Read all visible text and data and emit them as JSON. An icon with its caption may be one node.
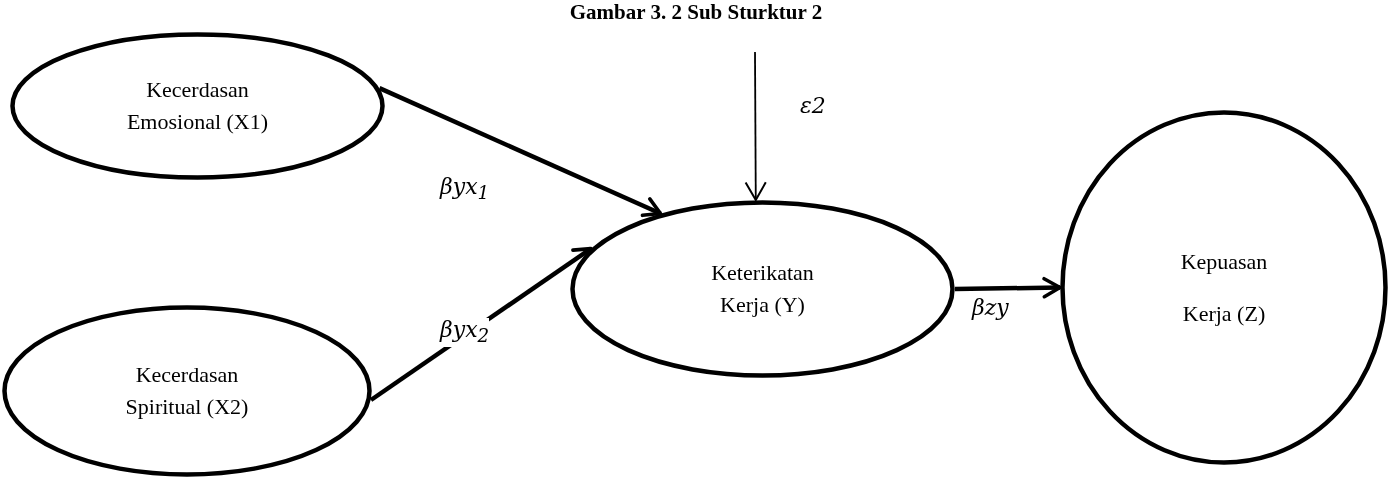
{
  "diagram": {
    "title": "Gambar 3. 2 Sub Sturktur 2",
    "nodes": [
      {
        "text": [
          "Kecerdasan Emosional (X1)"
        ]
      },
      {
        "text": [
          "Kecerdasan Spiritual (X2)"
        ]
      },
      {
        "text": [
          "Keterikatan Kerja (Y)"
        ]
      },
      {
        "text": [
          "Kepuasan Kerja (Z)"
        ]
      }
    ],
    "edges": [
      {
        "from": 0,
        "to": 2,
        "arrow": "to",
        "label": "βyx$_{1}$"
      },
      {
        "from": 1,
        "to": 2,
        "arrow": "to",
        "label": "βyx$_{2}$"
      },
      {
        "from": null,
        "to": 2,
        "arrow": "to",
        "label": "ε2"
      },
      {
        "from": 2,
        "to": 3,
        "arrow": "to",
        "label": "βzy"
      }
    ]
  }
}
